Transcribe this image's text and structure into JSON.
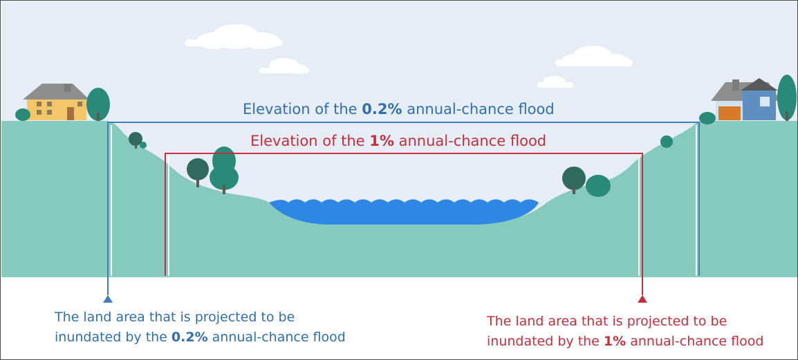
{
  "colors": {
    "sky": "#e6edf5",
    "land": "#86c9bd",
    "water": "#2f87e5",
    "blue_line": "#3f7fc0",
    "red_line": "#c52f3c",
    "blue_text": "#2f6fae",
    "red_text": "#c3303c",
    "tree_dark": "#2f6a5d",
    "tree_mid": "#2a8a7a"
  },
  "blue_elevation": {
    "prefix": "Elevation of the ",
    "bold": "0.2%",
    "suffix": " annual-chance flood"
  },
  "red_elevation": {
    "prefix": "Elevation of the ",
    "bold": "1%",
    "suffix": " annual-chance flood"
  },
  "blue_caption": {
    "line1": "The land area that is projected to be",
    "line2_prefix": "inundated by the ",
    "line2_bold": "0.2%",
    "line2_suffix": " annual-chance flood"
  },
  "red_caption": {
    "line1": "The land area that is projected to be",
    "line2_prefix": "inundated by the ",
    "line2_bold": "1%",
    "line2_suffix": " annual-chance flood"
  },
  "icons": {
    "left_house": "house-icon",
    "right_house": "house-icon",
    "trees": "tree-icon",
    "clouds": "cloud-icon",
    "water": "water-icon"
  }
}
